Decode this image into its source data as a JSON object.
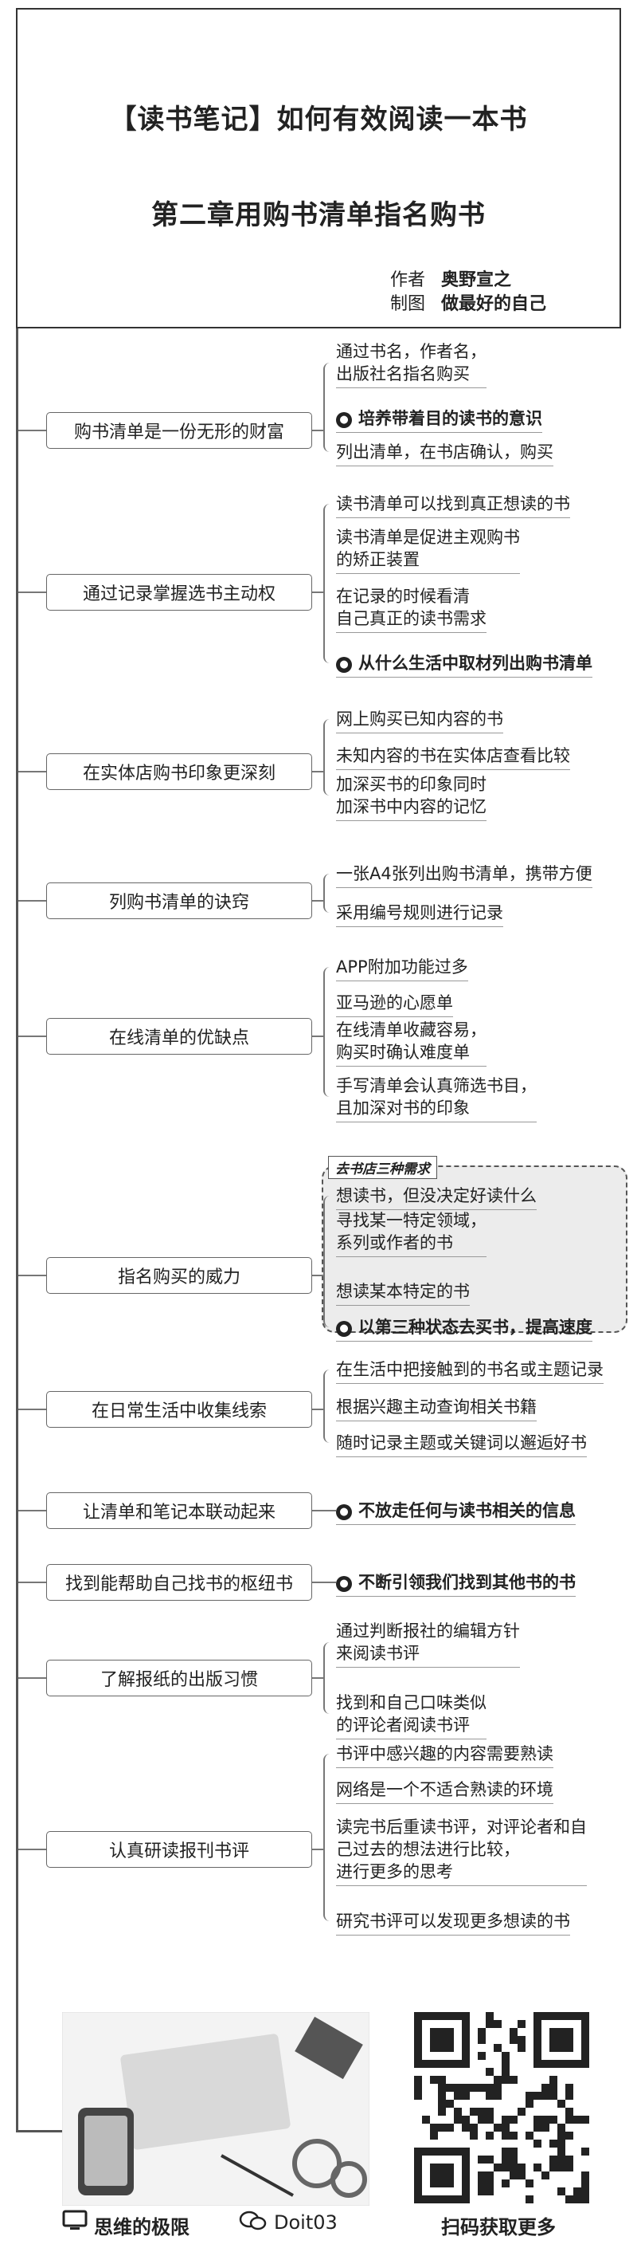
{
  "header": {
    "title": "【读书笔记】如何有效阅读一本书",
    "chapter": "第二章用购书清单指名购书",
    "author_label": "作者",
    "author": "奥野宣之",
    "maker_label": "制图",
    "maker": "做最好的自己"
  },
  "topics": [
    {
      "label": "购书清单是一份无形的财富",
      "items": [
        {
          "text": "通过书名，作者名，\n出版社名指名购买",
          "bold": false,
          "bulb": false
        },
        {
          "text": "培养带着目的读书的意识",
          "bold": true,
          "bulb": true
        },
        {
          "text": "列出清单，在书店确认，购买",
          "bold": false,
          "bulb": false
        }
      ]
    },
    {
      "label": "通过记录掌握选书主动权",
      "items": [
        {
          "text": "读书清单可以找到真正想读的书",
          "bold": false,
          "bulb": false
        },
        {
          "text": "读书清单是促进主观购书\n的矫正装置",
          "bold": false,
          "bulb": false
        },
        {
          "text": "在记录的时候看清\n自己真正的读书需求",
          "bold": false,
          "bulb": false
        },
        {
          "text": "从什么生活中取材列出购书清单",
          "bold": true,
          "bulb": true
        }
      ]
    },
    {
      "label": "在实体店购书印象更深刻",
      "items": [
        {
          "text": "网上购买已知内容的书",
          "bold": false,
          "bulb": false
        },
        {
          "text": "未知内容的书在实体店查看比较",
          "bold": false,
          "bulb": false
        },
        {
          "text": "加深买书的印象同时\n加深书中内容的记忆",
          "bold": false,
          "bulb": false
        }
      ]
    },
    {
      "label": "列购书清单的诀窍",
      "items": [
        {
          "text": "一张A4张列出购书清单，携带方便",
          "bold": false,
          "bulb": false
        },
        {
          "text": "采用编号规则进行记录",
          "bold": false,
          "bulb": false
        }
      ]
    },
    {
      "label": "在线清单的优缺点",
      "items": [
        {
          "text": "APP附加功能过多",
          "bold": false,
          "bulb": false
        },
        {
          "text": "亚马逊的心愿单",
          "bold": false,
          "bulb": false
        },
        {
          "text": "在线清单收藏容易，\n购买时确认难度单",
          "bold": false,
          "bulb": false
        },
        {
          "text": "手写清单会认真筛选书目，\n且加深对书的印象",
          "bold": false,
          "bulb": false
        }
      ]
    },
    {
      "label": "指名购买的威力",
      "group_label": "去书店三种需求",
      "items": [
        {
          "text": "想读书，但没决定好读什么",
          "bold": false,
          "bulb": false
        },
        {
          "text": "寻找某一特定领域，\n系列或作者的书",
          "bold": false,
          "bulb": false
        },
        {
          "text": "想读某本特定的书",
          "bold": false,
          "bulb": false
        },
        {
          "text": "以第三种状态去买书，提高速度",
          "bold": true,
          "bulb": true
        }
      ]
    },
    {
      "label": "在日常生活中收集线索",
      "items": [
        {
          "text": "在生活中把接触到的书名或主题记录",
          "bold": false,
          "bulb": false
        },
        {
          "text": "根据兴趣主动查询相关书籍",
          "bold": false,
          "bulb": false
        },
        {
          "text": "随时记录主题或关键词以邂逅好书",
          "bold": false,
          "bulb": false
        }
      ]
    },
    {
      "label": "让清单和笔记本联动起来",
      "items": [
        {
          "text": "不放走任何与读书相关的信息",
          "bold": true,
          "bulb": true
        }
      ]
    },
    {
      "label": "找到能帮助自己找书的枢纽书",
      "items": [
        {
          "text": "不断引领我们找到其他书的书",
          "bold": true,
          "bulb": true
        }
      ]
    },
    {
      "label": "了解报纸的出版习惯",
      "items": [
        {
          "text": "通过判断报社的编辑方针\n来阅读书评",
          "bold": false,
          "bulb": false
        },
        {
          "text": "找到和自己口味类似\n的评论者阅读书评",
          "bold": false,
          "bulb": false
        }
      ]
    },
    {
      "label": "认真研读报刊书评",
      "items": [
        {
          "text": "书评中感兴趣的内容需要熟读",
          "bold": false,
          "bulb": false
        },
        {
          "text": "网络是一个不适合熟读的环境",
          "bold": false,
          "bulb": false
        },
        {
          "text": "读完书后重读书评，对评论者和自\n己过去的想法进行比较，\n进行更多的思考",
          "bold": false,
          "bulb": false
        },
        {
          "text": "研究书评可以发现更多想读的书",
          "bold": false,
          "bulb": false
        }
      ]
    }
  ],
  "footer": {
    "brand1": "思维的极限",
    "brand2": "Doit03",
    "qr_caption": "扫码获取更多"
  },
  "colors": {
    "line": "#777777",
    "text": "#222222",
    "bulb": "#222222",
    "group_fill": "#ececec"
  }
}
